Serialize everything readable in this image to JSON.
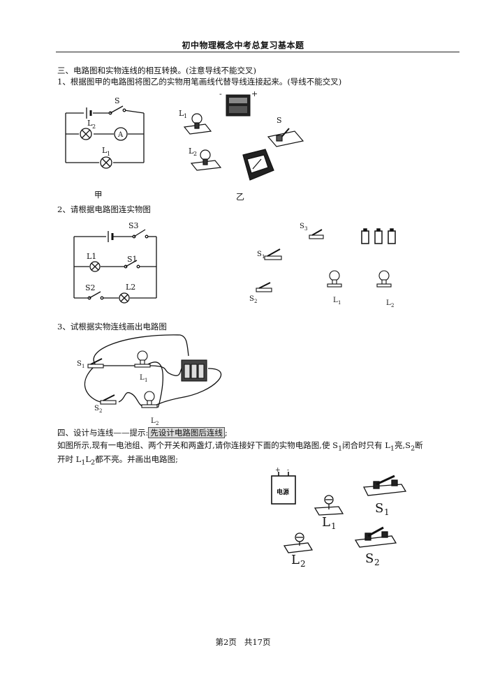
{
  "header": {
    "title": "初中物理概念中考总复习基本题"
  },
  "section3": {
    "title": "三、电路图和实物连线的相互转换。(注意导线不能交叉)",
    "q1": {
      "text": "1、根据图甲的电路图将图乙的实物用笔画线代替导线连接起来。(导线不能交叉)",
      "label_jia": "甲",
      "label_yi": "乙",
      "fig_jia": {
        "S": "S",
        "L": "L",
        "L2_sub": "2",
        "L1_sub": "1",
        "A": "A"
      },
      "fig_yi": {
        "L": "L",
        "L1_sub": "1",
        "L2_sub": "2",
        "S": "S",
        "minus": "-",
        "plus": "+"
      }
    },
    "q2": {
      "text": "2、请根据电路图连实物图",
      "circuit": {
        "S3": "S3",
        "L1": "L1",
        "S1": "S1",
        "S2": "S2",
        "L2": "L2"
      },
      "objects": {
        "S": "S",
        "L": "L",
        "s3_sub": "3",
        "s1_sub": "1",
        "s2_sub": "2",
        "l1_sub": "1",
        "l2_sub": "2"
      }
    },
    "q3": {
      "text": "3、试根据实物连线画出电路图",
      "labels": {
        "S": "S",
        "L": "L",
        "s1_sub": "1",
        "s2_sub": "2",
        "l1_sub": "1",
        "l2_sub": "2"
      }
    }
  },
  "section4": {
    "title_prefix": "四、设计与连线——提示:",
    "title_hint": "先设计电路图后连线",
    "title_suffix": ";",
    "desc_line1_a": "如图所示,现有一电池组、两个开关和两盏灯,请你连接好下面的实物电路图,使 S",
    "desc_line1_b": "闭合时只有 L",
    "desc_line1_c": "亮,S",
    "desc_line1_d": "断",
    "desc_line2_a": "开时 L",
    "desc_line2_b": "L",
    "desc_line2_c": "都不亮。并画出电路图;",
    "sub1": "1",
    "sub2": "2",
    "battery_label": "电源",
    "battery_plus": "+",
    "battery_minus": "-",
    "labels": {
      "S": "S",
      "L": "L",
      "s1_sub": "1",
      "s2_sub": "2",
      "l1_sub": "1",
      "l2_sub": "2"
    }
  },
  "footer": {
    "page": "第2页",
    "total": "共17页"
  }
}
